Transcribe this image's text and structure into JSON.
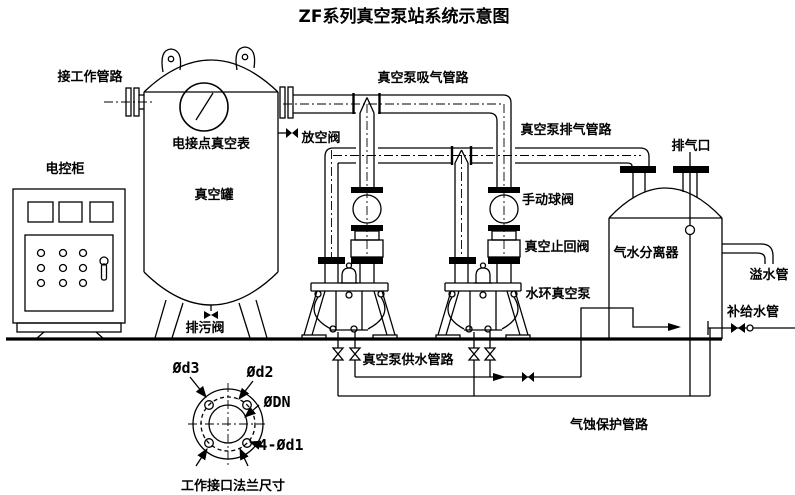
{
  "title": "ZF系列真空泵站系统示意图",
  "colors": {
    "ink": "#000000",
    "paper": "#ffffff"
  },
  "labels": {
    "work_line": "接工作管路",
    "control_cabinet": "电控柜",
    "contact_vacuum_gauge": "电接点真空表",
    "vacuum_tank": "真空罐",
    "vent_valve": "放空阀",
    "drain_valve": "排污阀",
    "suction_line": "真空泵吸气管路",
    "exhaust_line": "真空泵排气管路",
    "exhaust_port": "排气口",
    "manual_ball_valve": "手动球阀",
    "vacuum_check_valve": "真空止回阀",
    "water_ring_pump": "水环真空泵",
    "separator": "气水分离器",
    "overflow_pipe": "溢水管",
    "makeup_water_pipe": "补给水管",
    "supply_line": "真空泵供水管路",
    "cavitation_line": "气蚀保护管路"
  },
  "flange_detail": {
    "d3": "Ød3",
    "d2": "Ød2",
    "dn": "ØDN",
    "bolt_holes": "4-Ød1",
    "caption": "工作接口法兰尺寸"
  }
}
